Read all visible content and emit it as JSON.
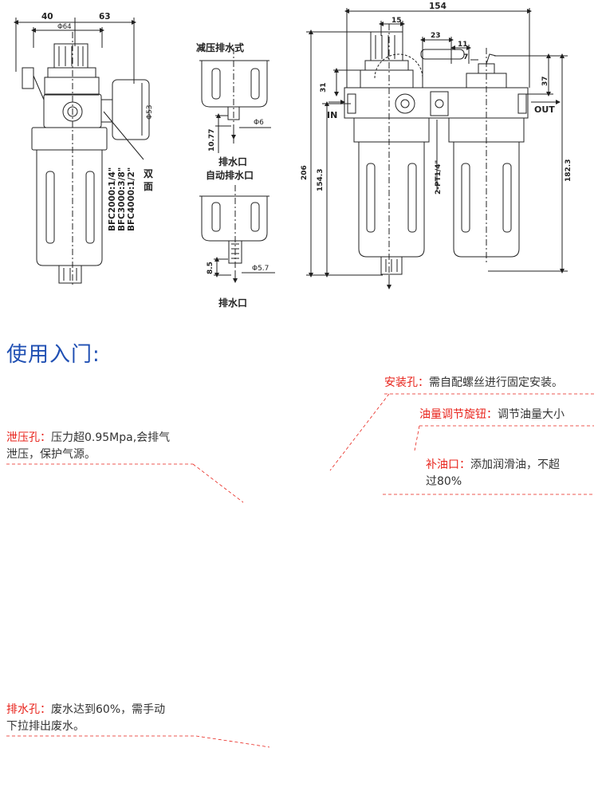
{
  "drawing": {
    "left_view": {
      "dim_40": "40",
      "dim_63": "63",
      "dim_phi64": "Φ64",
      "dim_phi53": "Φ53",
      "model_lines": [
        "BFC2000:1/4\"",
        "BFC3000:3/8\"",
        "BFC4000:1/2\""
      ],
      "double_face_line1": "双",
      "double_face_line2": "面"
    },
    "middle_view": {
      "title_top": "减压排水式",
      "dim_phi6": "Φ6",
      "dim_10_77": "10.77",
      "drain_label_1": "排水口",
      "title_bottom": "自动排水口",
      "dim_8_5": "8.5",
      "dim_phi5_7": "Φ5.7",
      "drain_label_2": "排水口"
    },
    "right_view": {
      "dim_154": "154",
      "dim_15": "15",
      "dim_23": "23",
      "dim_11": "11",
      "dim_7": "7",
      "dim_31": "31",
      "dim_37": "37",
      "label_in": "IN",
      "label_out": "OUT",
      "dim_206": "206",
      "dim_154_3": "154.3",
      "dim_182_3": "182.3",
      "dim_2pt": "2-PT1/4\""
    }
  },
  "guide": {
    "heading": "使用入门:",
    "notes": {
      "mount": {
        "label": "安装孔：",
        "text": "需自配螺丝进行固定安装。"
      },
      "oil_adjust": {
        "label": "油量调节旋钮：",
        "text": "调节油量大小"
      },
      "relief": {
        "label": "泄压孔：",
        "text": "压力超0.95Mpa,会排气",
        "text2": "泄压，保护气源。"
      },
      "oil_fill": {
        "label": "补油口：",
        "text": "添加润滑油，不超",
        "text2": "过80%"
      },
      "drain": {
        "label": "排水孔：",
        "text": "废水达到60%，需手动",
        "text2": "下拉排出废水。"
      }
    }
  },
  "colors": {
    "heading": "#1f4fb3",
    "label": "#e8231b",
    "leader": "#e8231b",
    "drawing": "#222222"
  }
}
